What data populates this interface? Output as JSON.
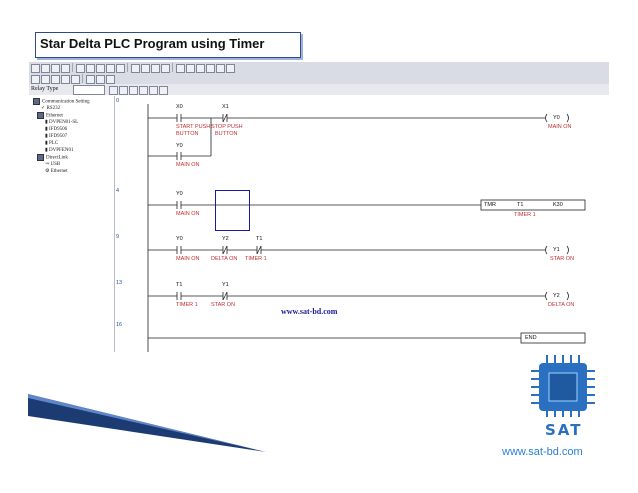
{
  "slide_title": "Star Delta PLC Program using Timer",
  "watermark": "www.sat-bd.com",
  "logo": {
    "text": "SAT",
    "url": "www.sat-bd.com"
  },
  "app": {
    "relay_type_label": "Relay Type",
    "tree": {
      "root": "Communication Setting",
      "items": [
        "RS232",
        "Ethernet",
        "DVPEN01-SL",
        "IFD9506",
        "IFD9507",
        "PLC",
        "DVPFEN01",
        "DirectLink",
        "USB",
        "Ethernet"
      ]
    },
    "ladder": {
      "rungs": [
        {
          "step": "0",
          "contacts": [
            {
              "addr": "X0",
              "label1": "START PUSH",
              "label2": "BUTTON"
            },
            {
              "addr": "X1",
              "label1": "STOP PUSH",
              "label2": "BUTTON"
            }
          ],
          "branch": {
            "addr": "Y0",
            "label1": "MAIN ON"
          },
          "coil": {
            "addr": "Y0",
            "label": "MAIN ON"
          }
        },
        {
          "step": "4",
          "contacts": [
            {
              "addr": "Y0",
              "label1": "MAIN ON"
            }
          ],
          "instr": {
            "op": "TMR",
            "timer": "T1",
            "preset": "K30",
            "label": "TIMER 1"
          }
        },
        {
          "step": "9",
          "contacts": [
            {
              "addr": "Y0",
              "label1": "MAIN ON"
            },
            {
              "addr": "Y2",
              "label1": "DELTA ON"
            },
            {
              "addr": "T1",
              "label1": "TIMER 1"
            }
          ],
          "coil": {
            "addr": "Y1",
            "label": "STAR ON"
          }
        },
        {
          "step": "13",
          "contacts": [
            {
              "addr": "T1",
              "label1": "TIMER 1"
            },
            {
              "addr": "Y1",
              "label1": "STAR ON"
            }
          ],
          "coil": {
            "addr": "Y2",
            "label": "DELTA ON"
          }
        },
        {
          "step": "16",
          "end": "END"
        }
      ]
    }
  },
  "colors": {
    "accent": "#2d4a8a",
    "logo_bg": "#2a6fc0",
    "label_red": "#c03030"
  }
}
